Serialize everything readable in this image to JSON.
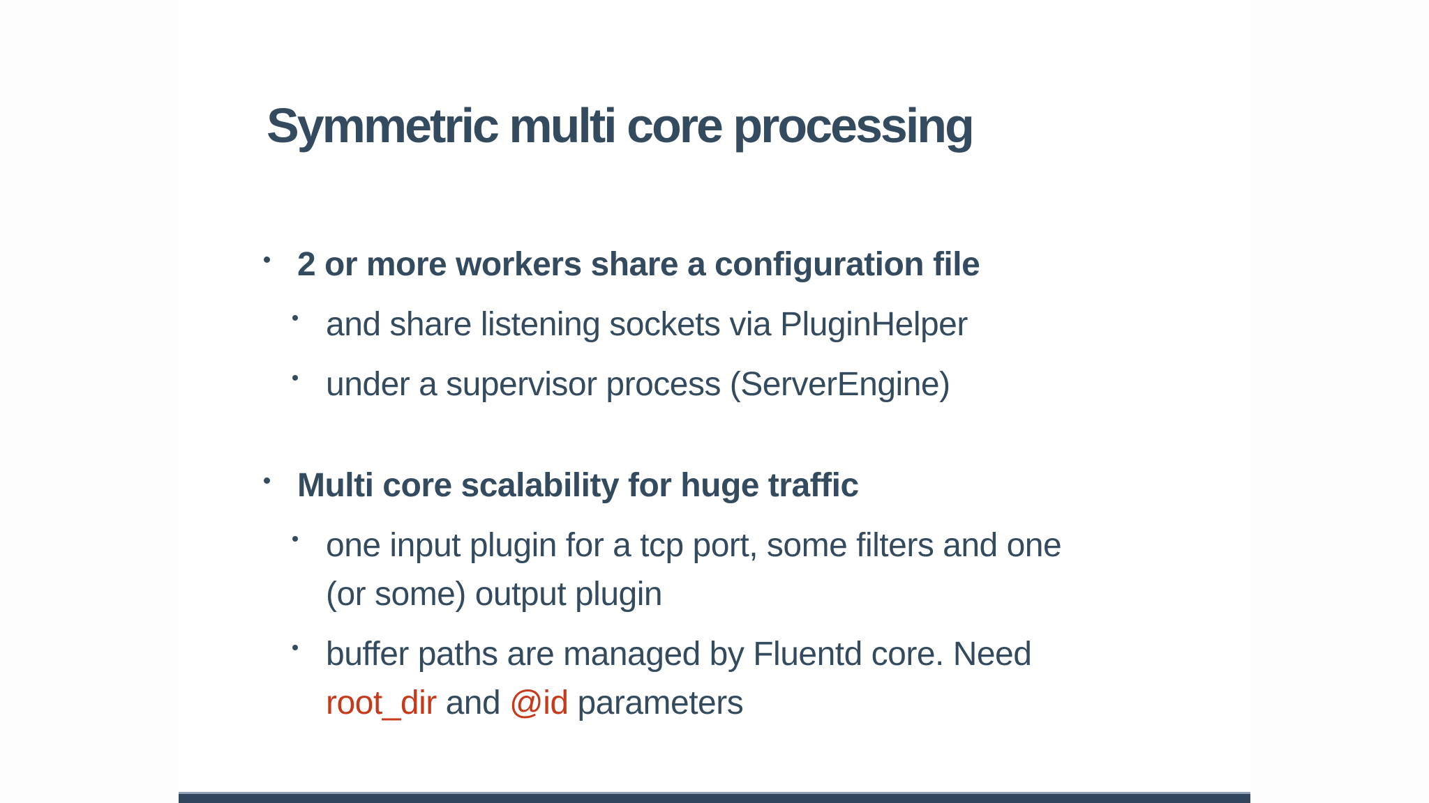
{
  "slide": {
    "title": "Symmetric multi core processing",
    "bullets": [
      {
        "level": 1,
        "bold": true,
        "runs": [
          {
            "text": "2 or more workers share a configuration file"
          }
        ]
      },
      {
        "level": 2,
        "bold": false,
        "runs": [
          {
            "text": "and share listening sockets via PluginHelper"
          }
        ]
      },
      {
        "level": 2,
        "bold": false,
        "runs": [
          {
            "text": "under a supervisor process (ServerEngine)"
          }
        ]
      },
      {
        "level": 1,
        "bold": true,
        "runs": [
          {
            "text": "Multi core scalability for huge traffic"
          }
        ]
      },
      {
        "level": 2,
        "bold": false,
        "runs": [
          {
            "text": "one input plugin for a tcp port, some filters and one\n(or some) output plugin"
          }
        ]
      },
      {
        "level": 2,
        "bold": false,
        "runs": [
          {
            "text": "buffer paths are managed by Fluentd core. Need\n"
          },
          {
            "text": "root_dir",
            "accent": true
          },
          {
            "text": " and "
          },
          {
            "text": "@id",
            "accent": true
          },
          {
            "text": " parameters"
          }
        ]
      }
    ],
    "colors": {
      "text": "#344a5e",
      "accent": "#c63a1c",
      "footer_bar": "#30455e",
      "footer_bar_highlight": "#93a2b8",
      "slide_background": "#ffffff",
      "page_background": "#fdfdfe"
    }
  }
}
